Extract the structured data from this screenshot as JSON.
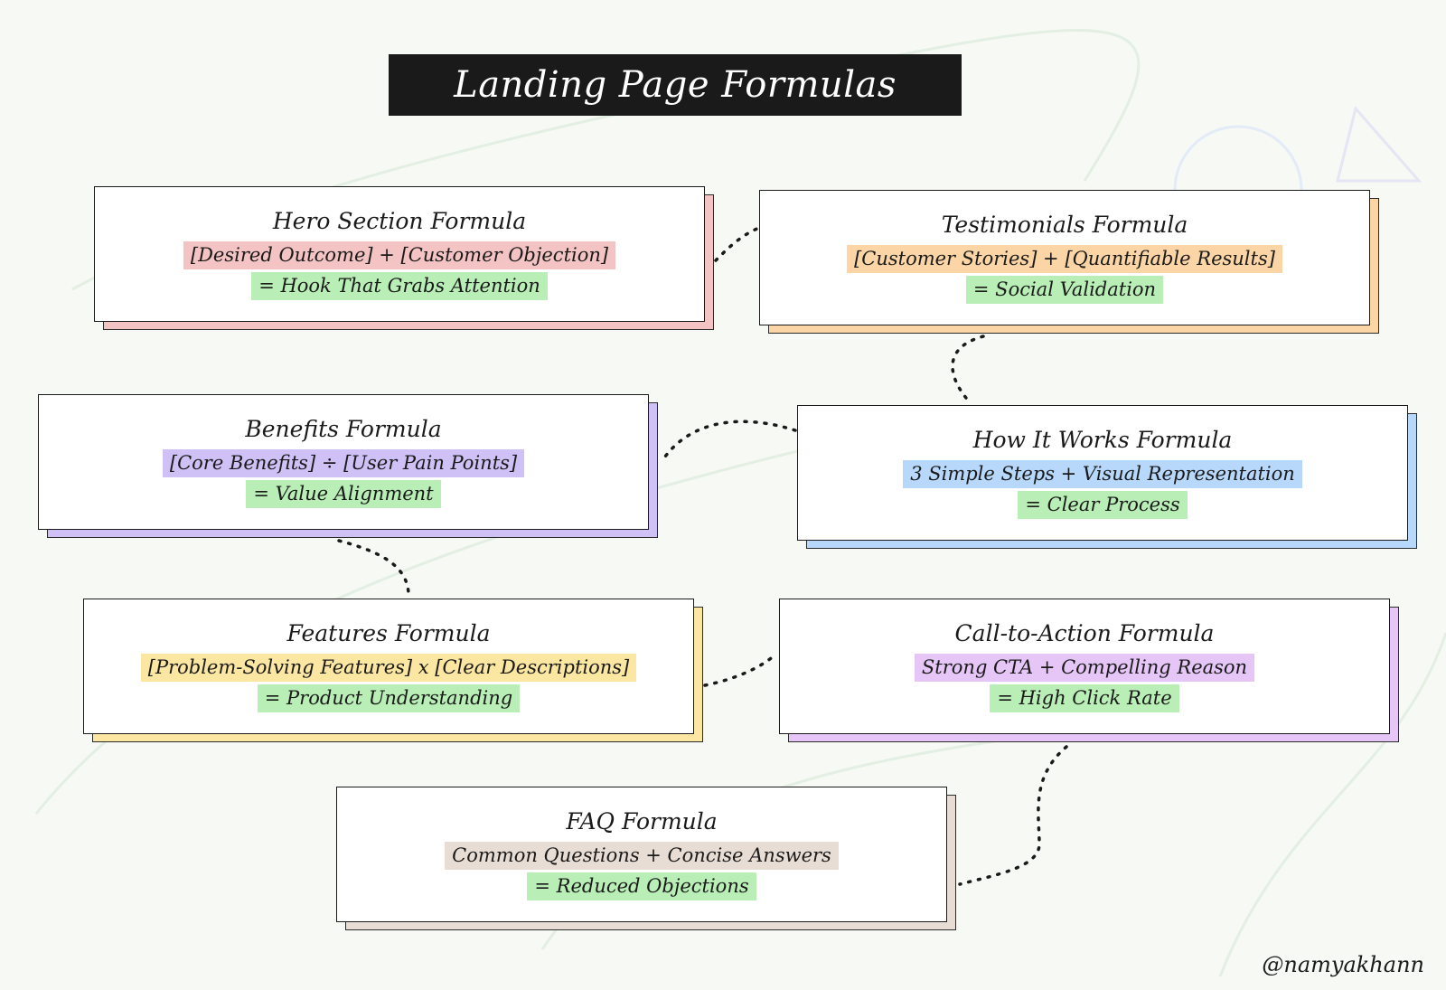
{
  "title": "Landing Page Formulas",
  "handle": "@namyakhann",
  "colors": {
    "result": "#b9efb7",
    "hero": "#f4c3c3",
    "testimonials": "#fbd5a5",
    "benefits": "#cfc0f5",
    "how": "#b7d8fb",
    "features": "#fbe7a1",
    "cta": "#e6c6f7",
    "faq": "#e8ddd4"
  },
  "cards": {
    "hero": {
      "heading": "Hero Section Formula",
      "formula": "[Desired Outcome] + [Customer Objection]",
      "result": "= Hook That Grabs Attention"
    },
    "testimonials": {
      "heading": "Testimonials Formula",
      "formula": "[Customer Stories] + [Quantifiable Results]",
      "result": "= Social Validation"
    },
    "benefits": {
      "heading": "Benefits Formula",
      "formula": "[Core Benefits] ÷ [User Pain Points]",
      "result": "= Value Alignment"
    },
    "how": {
      "heading": "How It Works Formula",
      "formula": "3 Simple Steps + Visual Representation",
      "result": "= Clear Process"
    },
    "features": {
      "heading": "Features Formula",
      "formula": "[Problem-Solving Features] x [Clear Descriptions]",
      "result": "= Product Understanding"
    },
    "cta": {
      "heading": "Call-to-Action Formula",
      "formula": "Strong CTA + Compelling Reason",
      "result": "= High Click Rate"
    },
    "faq": {
      "heading": "FAQ Formula",
      "formula": "Common Questions + Concise Answers",
      "result": "= Reduced Objections"
    }
  }
}
